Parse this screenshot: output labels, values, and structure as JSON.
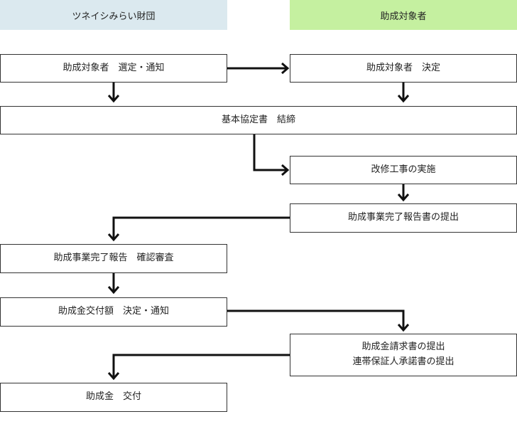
{
  "headers": {
    "foundation": "ツネイシみらい財団",
    "recipient": "助成対象者"
  },
  "colors": {
    "foundation_header_bg": "#dbe9ef",
    "recipient_header_bg": "#c5f0a0",
    "box_border": "#333333",
    "arrow": "#111111"
  },
  "steps": {
    "select_notify": "助成対象者　選定・通知",
    "decide": "助成対象者　決定",
    "agreement": "基本協定書　結締",
    "renovation": "改修工事の実施",
    "report_submit": "助成事業完了報告書の提出",
    "report_review": "助成事業完了報告　確認審査",
    "grant_amount": "助成金交付額　決定・通知",
    "invoice_line1": "助成金請求書の提出",
    "invoice_line2": "連帯保証人承諾書の提出",
    "grant": "助成金　交付"
  }
}
